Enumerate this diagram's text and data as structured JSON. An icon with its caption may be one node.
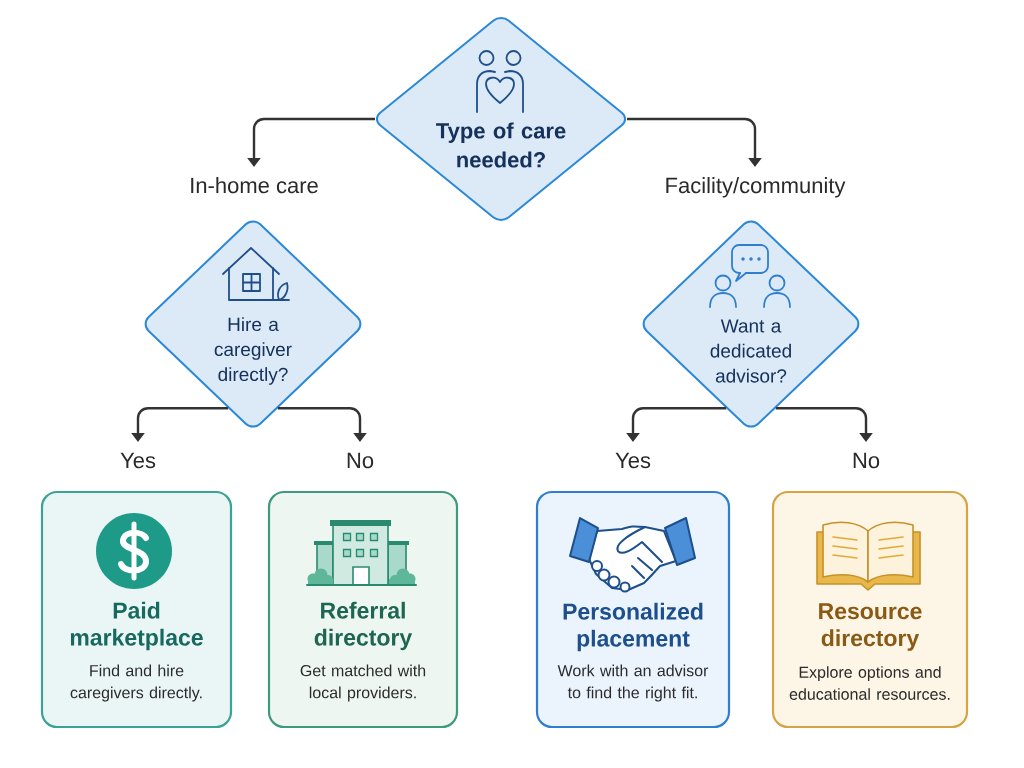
{
  "diagram": {
    "nodes": [
      {
        "text": [
          "Type of care needed?"
        ]
      },
      {
        "text": [
          "In-home care"
        ]
      },
      {
        "text": [
          "Facility/community"
        ]
      },
      {
        "text": [
          "Hire a caregiver directly?"
        ]
      },
      {
        "text": [
          "Want a dedicated advisor?"
        ]
      },
      {
        "text": [
          "Yes"
        ]
      },
      {
        "text": [
          "No"
        ]
      },
      {
        "text": [
          "Yes"
        ]
      },
      {
        "text": [
          "No"
        ]
      },
      {
        "text": [
          "Paid marketplace",
          "Find and hire caregivers directly."
        ]
      },
      {
        "text": [
          "Referral directory",
          "Get matched with local providers."
        ]
      },
      {
        "text": [
          "Personalized placement",
          "Work with an advisor to find the right fit."
        ]
      },
      {
        "text": [
          "Resource directory",
          "Explore options and educational resources."
        ]
      }
    ],
    "edges": [
      {
        "from": 0,
        "to": 1,
        "arrow": "to"
      },
      {
        "from": 0,
        "to": 2,
        "arrow": "to"
      },
      {
        "from": 3,
        "to": 5,
        "arrow": "to"
      },
      {
        "from": 3,
        "to": 6,
        "arrow": "to"
      },
      {
        "from": 4,
        "to": 7,
        "arrow": "to"
      },
      {
        "from": 4,
        "to": 8,
        "arrow": "to"
      }
    ]
  }
}
